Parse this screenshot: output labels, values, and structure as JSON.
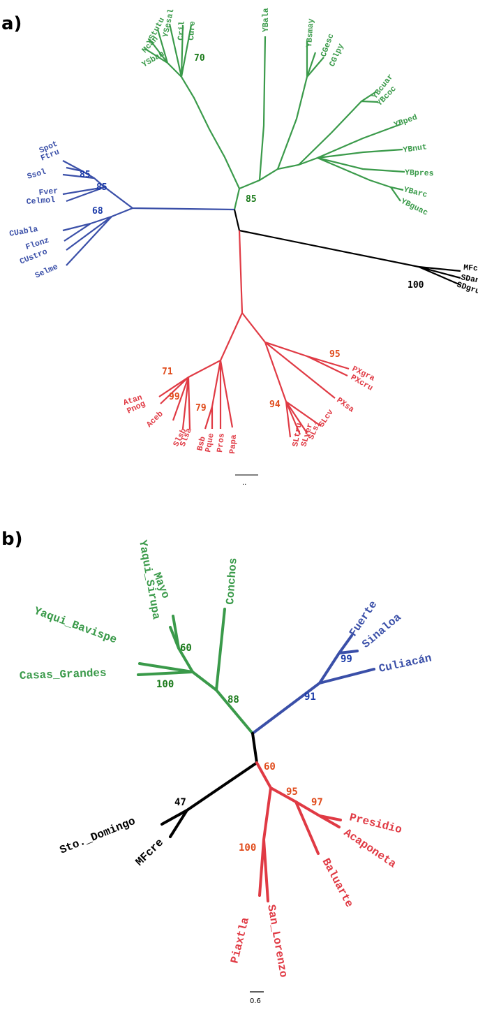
{
  "colors": {
    "green": "#3a9a4a",
    "blue": "#3a4fa8",
    "red": "#e03a44",
    "black": "#000000",
    "supGreen": "#1a7a1a",
    "supBlue": "#1a3aa8",
    "supRed": "#e04a1a"
  },
  "panel_a": {
    "label": "a)",
    "scale_label": "..",
    "tips": [
      "YSban",
      "Mcan",
      "YStutu",
      "YSesal",
      "Cril",
      "Cure",
      "YBala",
      "YBsmay",
      "CGesc",
      "CGlpy",
      "YBcuar",
      "YBcoc",
      "YBped",
      "YBnut",
      "YBpres",
      "YBarc",
      "YBguac",
      "Spot",
      "Ftru",
      "Ssol",
      "Fver",
      "Celmol",
      "CUabla",
      "Flonz",
      "CUstro",
      "Selme",
      "MFcre",
      "SDant",
      "SDgru",
      "Atan",
      "Pnog",
      "Aceb",
      "Slsb",
      "Slsa",
      "Bsb",
      "Pque",
      "Pros",
      "Papa",
      "PXgra",
      "PXcru",
      "PXsa",
      "SLcv",
      "SLsi",
      "SLver",
      "SLtru"
    ],
    "support": [
      "70",
      "85",
      "85",
      "85",
      "68",
      "100",
      "71",
      "99",
      "79",
      "94",
      "95"
    ]
  },
  "panel_b": {
    "label": "b)",
    "scale_label": "0.6",
    "tips": [
      "Yaqui_Sirupa",
      "Conchos",
      "Mayo",
      "Yaqui_Bavispe",
      "Casas_Grandes",
      "Fuerte",
      "Sinaloa",
      "Culiacán",
      "Sto._Domingo",
      "MFcre",
      "Presidio",
      "Acaponeta",
      "Baluarte",
      "Piaxtla",
      "San_Lorenzo"
    ],
    "support": [
      "60",
      "100",
      "88",
      "99",
      "91",
      "47",
      "60",
      "95",
      "97",
      "100"
    ]
  }
}
